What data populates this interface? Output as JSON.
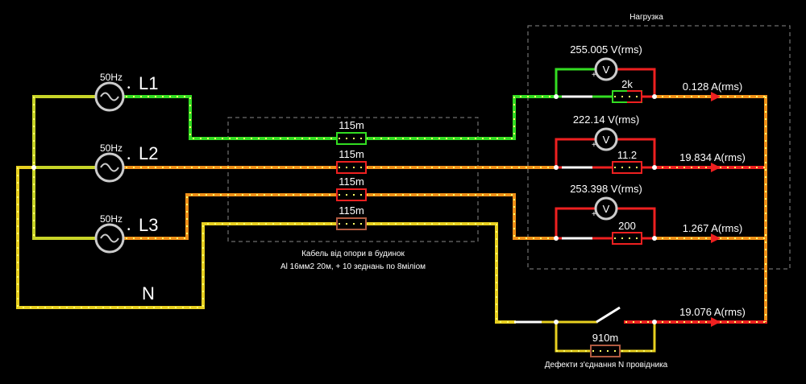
{
  "load_box_title": "Нагрузка",
  "cable": {
    "caption_line1": "Кабель від опори в будинок",
    "caption_line2": "Al 16мм2 20м, + 10 зеднань по 8міліом",
    "segments": [
      "115m",
      "115m",
      "115m",
      "115m"
    ]
  },
  "defect": {
    "caption": "Дефекти з'єднання N провідника",
    "resistor": "910m"
  },
  "sources": [
    {
      "freq": "50Hz",
      "phase": "L1"
    },
    {
      "freq": "50Hz",
      "phase": "L2"
    },
    {
      "freq": "50Hz",
      "phase": "L3"
    }
  ],
  "neutral_label": "N",
  "loads": [
    {
      "voltage": "255.005 V(rms)",
      "resistor": "2k",
      "current": "0.128 A(rms)"
    },
    {
      "voltage": "222.14 V(rms)",
      "resistor": "11.2",
      "current": "19.834 A(rms)"
    },
    {
      "voltage": "253.398 V(rms)",
      "resistor": "200",
      "current": "1.267 A(rms)"
    }
  ],
  "neutral_current": "19.076 A(rms)",
  "voltmeter_symbol": "V",
  "plus_sign": "+",
  "dot_sign": "•",
  "colors": {
    "background": "#000000",
    "green": "#33dd22",
    "yellowgreen": "#c8d428",
    "yellow": "#e8d020",
    "orange": "#f09018",
    "red": "#ee2020",
    "white": "#ffffff",
    "dash": "#888888"
  }
}
